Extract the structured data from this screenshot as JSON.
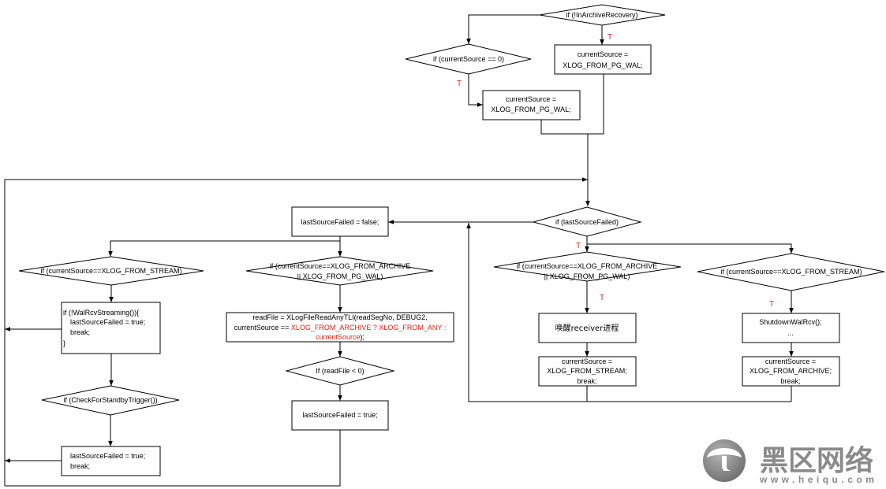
{
  "colors": {
    "background": "#ffffff",
    "line": "#000000",
    "text": "#000000",
    "true_label": "#e3231b",
    "watermark": "#8a8a8a",
    "watermark_logo_light": "#b4b4b4",
    "watermark_logo_dark": "#6e6e6e"
  },
  "labels": {
    "t_in_archive_recovery": "T",
    "t_current_source_zero": "T",
    "t_last_source_failed": "T",
    "t_archive_check_right": "T",
    "t_stream_check_right": "T"
  },
  "nodes": {
    "in_archive_recovery": {
      "text": "if (!InArchiveRecovery)"
    },
    "set_pg_wal_1": {
      "lines": [
        "currentSource =",
        "XLOG_FROM_PG_WAL;"
      ]
    },
    "current_source_zero": {
      "text": "if (currentSource == 0)"
    },
    "set_pg_wal_2": {
      "lines": [
        "currentSource =",
        "XLOG_FROM_PG_WAL;"
      ]
    },
    "last_source_failed": {
      "text": "if (lastSourceFailed)"
    },
    "reset_failed": {
      "text": "lastSourceFailed = false;"
    },
    "stream_check_left": {
      "text": "if (currentSource==XLOG_FROM_STREAM)"
    },
    "wal_rcv_streaming": {
      "lines": [
        "if (!WalRcvStreaming()){",
        "lastSourceFailed = true;",
        "break;",
        "}"
      ]
    },
    "standby_trigger": {
      "text": "if (CheckForStandbyTrigger())"
    },
    "set_failed_break": {
      "lines": [
        "lastSourceFailed = true;",
        "break;"
      ]
    },
    "archive_check_mid": {
      "lines": [
        "if (currentSource==XLOG_FROM_ARCHIVE",
        "|| XLOG_FROM_PG_WAL)"
      ]
    },
    "read_file": {
      "line1": "readFile = XLogFileReadAnyTLI(readSegNo, DEBUG2,",
      "line2_plain": "currentSource == ",
      "line2_highlight": "XLOG_FROM_ARCHIVE ? XLOG_FROM_ANY :",
      "line3_highlight": "currentSource",
      "line3_plain": ");"
    },
    "read_file_check": {
      "text": "If (readFile < 0)"
    },
    "set_failed": {
      "text": "lastSourceFailed = true;"
    },
    "archive_check_right": {
      "lines": [
        "if (currentSource==XLOG_FROM_ARCHIVE",
        "|| XLOG_FROM_PG_WAL)"
      ]
    },
    "stream_check_right": {
      "text": "if (currentSource==XLOG_FROM_STREAM)"
    },
    "wake_receiver": {
      "text": "唤醒receiver进程"
    },
    "set_stream": {
      "lines": [
        "currentSource =",
        "XLOG_FROM_STREAM;",
        "break;"
      ]
    },
    "shutdown_walrcv": {
      "lines": [
        "ShutdownWalRcv();",
        "..."
      ]
    },
    "set_archive": {
      "lines": [
        "currentSource =",
        "XLOG_FROM_ARCHIVE;",
        "break;"
      ]
    }
  },
  "watermark": {
    "brand": "黑区网络",
    "url": "www.heiqu.com",
    "logo_icon": "mushroom-logo-icon"
  }
}
